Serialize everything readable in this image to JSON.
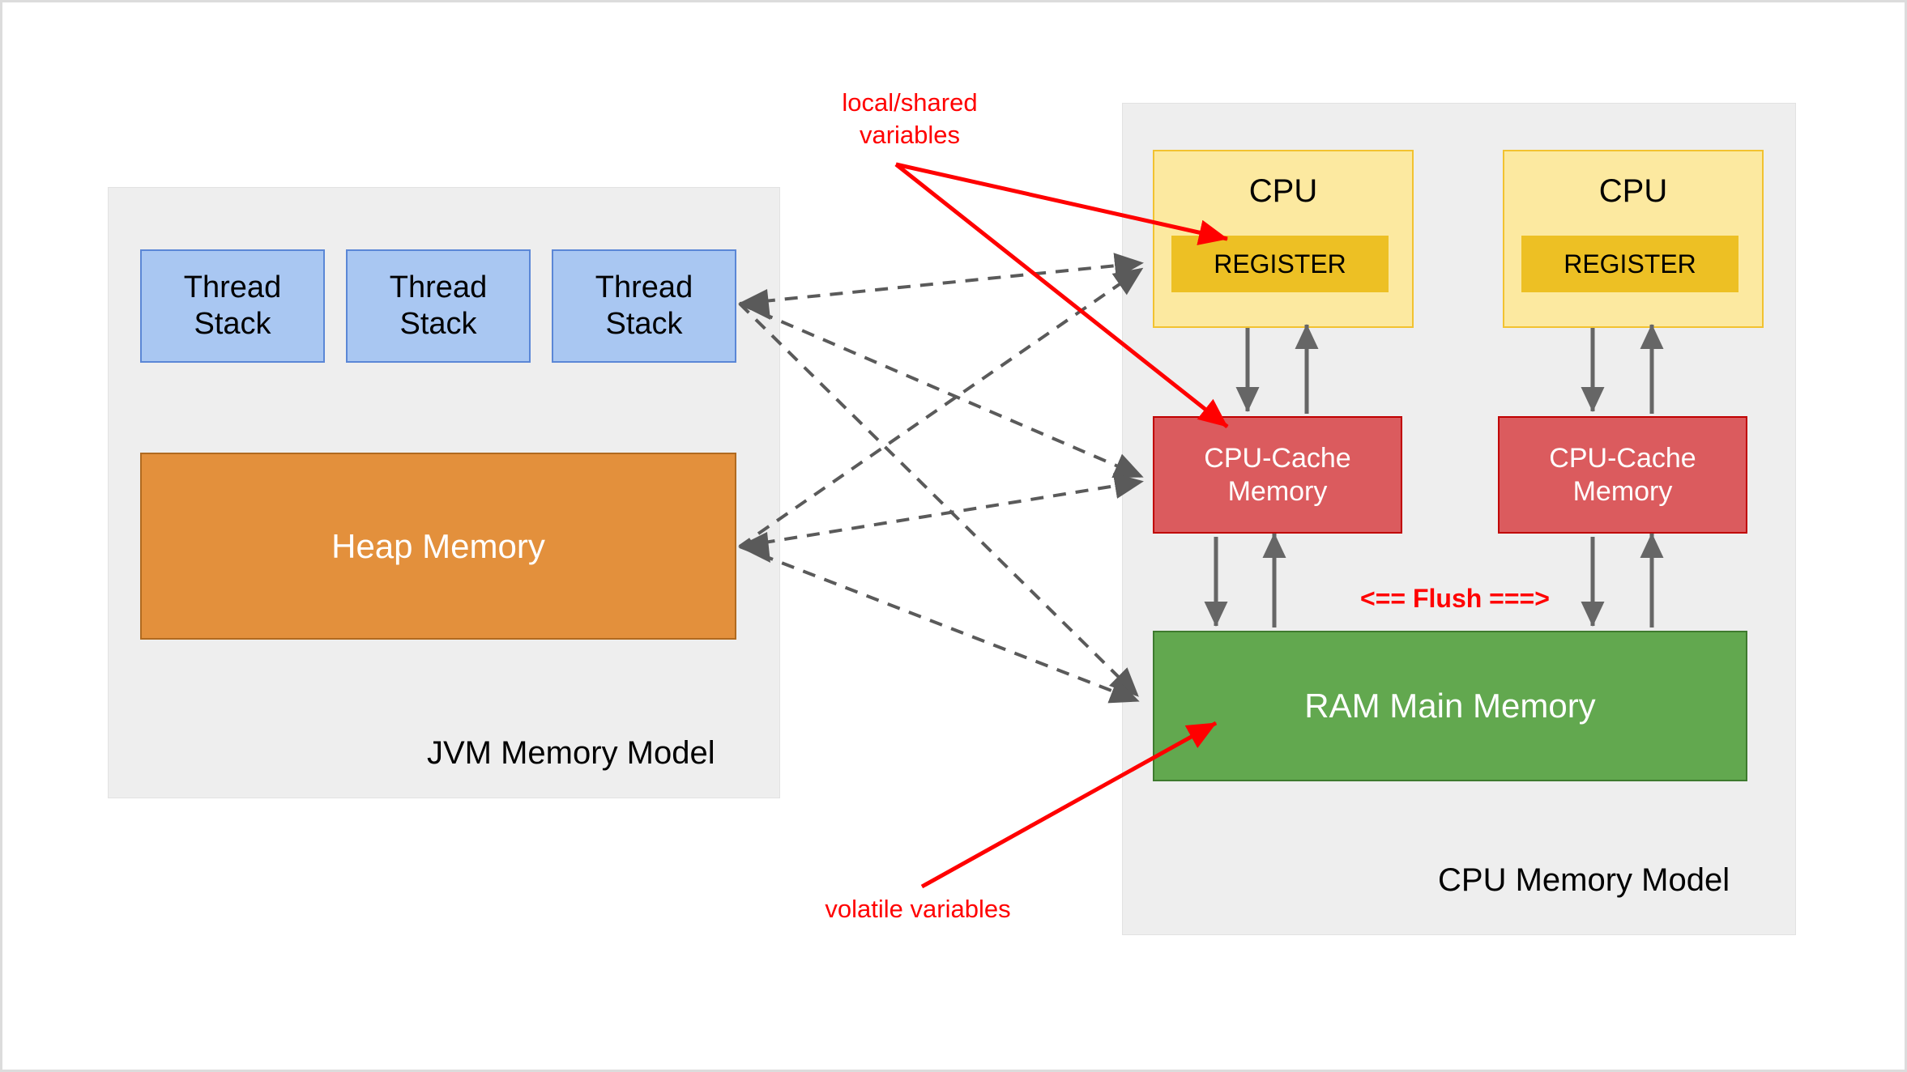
{
  "diagram": {
    "jvm_panel": {
      "title": "JVM Memory Model",
      "thread_stacks": [
        {
          "label": "Thread\nStack"
        },
        {
          "label": "Thread\nStack"
        },
        {
          "label": "Thread\nStack"
        }
      ],
      "heap": {
        "label": "Heap Memory"
      }
    },
    "cpu_panel": {
      "title": "CPU Memory Model",
      "cpus": [
        {
          "label": "CPU",
          "register_label": "REGISTER",
          "cache_label": "CPU-Cache\nMemory"
        },
        {
          "label": "CPU",
          "register_label": "REGISTER",
          "cache_label": "CPU-Cache\nMemory"
        }
      ],
      "ram": {
        "label": "RAM Main Memory"
      },
      "flush_label": "<== Flush ===>"
    },
    "annotations": {
      "local_shared": "local/shared\nvariables",
      "volatile": "volatile variables"
    },
    "colors": {
      "panel_bg": "#eeeeee",
      "thread_stack_fill": "#A9C7F2",
      "thread_stack_stroke": "#5B87D6",
      "heap_fill": "#E3903C",
      "heap_stroke": "#B06A20",
      "cpu_fill": "#FCE9A0",
      "cpu_stroke": "#F2C230",
      "register_fill": "#EDC024",
      "cache_fill": "#DB5B5E",
      "cache_stroke": "#C00000",
      "ram_fill": "#62A84F",
      "ram_stroke": "#3E7A2E",
      "annotation_red": "#FF0000",
      "dashed_arrow_gray": "#5A5A5A",
      "solid_arrow_gray": "#666666"
    }
  }
}
